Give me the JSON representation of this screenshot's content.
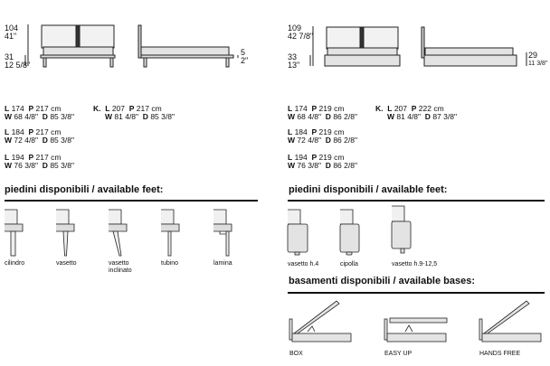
{
  "left": {
    "dims": {
      "height_cm": "104",
      "height_in": "41\"",
      "base_cm": "31",
      "base_in": "12 5/8\"",
      "leg_cm": "5",
      "leg_in": "2\""
    },
    "specs": [
      {
        "l": "174",
        "p": "217 cm",
        "w": "68 4/8\"",
        "d": "85 3/8\""
      },
      {
        "l": "184",
        "p": "217 cm",
        "w": "72 4/8\"",
        "d": "85 3/8\""
      },
      {
        "l": "194",
        "p": "217 cm",
        "w": "76 3/8\"",
        "d": "85 3/8\""
      }
    ],
    "king": {
      "prefix": "K.",
      "l": "207",
      "p": "217 cm",
      "w": "81 4/8\"",
      "d": "85 3/8\""
    },
    "feet_heading": "piedini disponibili / available feet:",
    "feet": [
      "cilindro",
      "vasetto",
      "vasetto inclinato",
      "tubino",
      "lamina"
    ]
  },
  "right": {
    "dims": {
      "height_cm": "109",
      "height_in": "42 7/8\"",
      "base_cm": "33",
      "base_in": "13\"",
      "side_cm": "29",
      "side_in": "11 3/8\""
    },
    "specs": [
      {
        "l": "174",
        "p": "219 cm",
        "w": "68 4/8\"",
        "d": "86 2/8\""
      },
      {
        "l": "184",
        "p": "219 cm",
        "w": "72 4/8\"",
        "d": "86 2/8\""
      },
      {
        "l": "194",
        "p": "219 cm",
        "w": "76 3/8\"",
        "d": "86 2/8\""
      }
    ],
    "king": {
      "prefix": "K.",
      "l": "207",
      "p": "222 cm",
      "w": "81 4/8\"",
      "d": "87 3/8\""
    },
    "feet_heading": "piedini disponibili / available feet:",
    "feet": [
      "vasetto h.4",
      "cipolla",
      "vasetto h.9-12,5"
    ],
    "bases_heading": "basamenti disponibili / available bases:",
    "bases": [
      "BOX",
      "EASY UP",
      "HANDS FREE"
    ]
  },
  "labels": {
    "L": "L",
    "P": "P",
    "W": "W",
    "D": "D"
  }
}
